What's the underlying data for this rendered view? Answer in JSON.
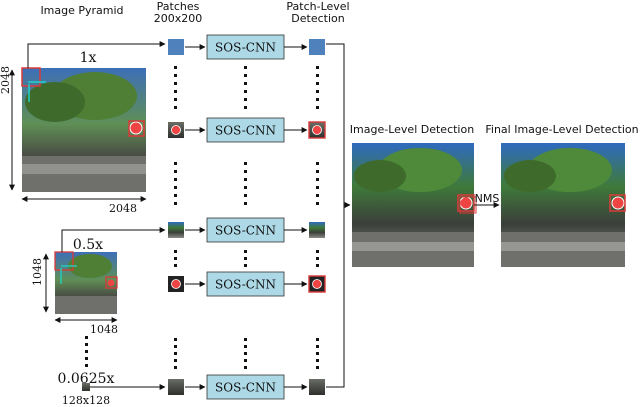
{
  "headers": {
    "image_pyramid": "Image Pyramid",
    "patches_line1": "Patches",
    "patches_line2": "200x200",
    "patch_level_line1": "Patch-Level",
    "patch_level_line2": "Detection",
    "image_level": "Image-Level Detection",
    "final_image_level": "Final Image-Level Detection"
  },
  "scales": {
    "s1": "1x",
    "s2": "0.5x",
    "s3": "0.0625x"
  },
  "dimensions": {
    "d2048_v": "2048",
    "d2048_h": "2048",
    "d1048_v": "1048",
    "d1048_h": "1048",
    "d128": "128x128"
  },
  "cnn_label": "SOS-CNN",
  "nms_label": "NMS",
  "colors": {
    "cnn_fill": "#add8e6",
    "patch_blue": "#4f81bd",
    "detection_red": "#d93a3a"
  }
}
